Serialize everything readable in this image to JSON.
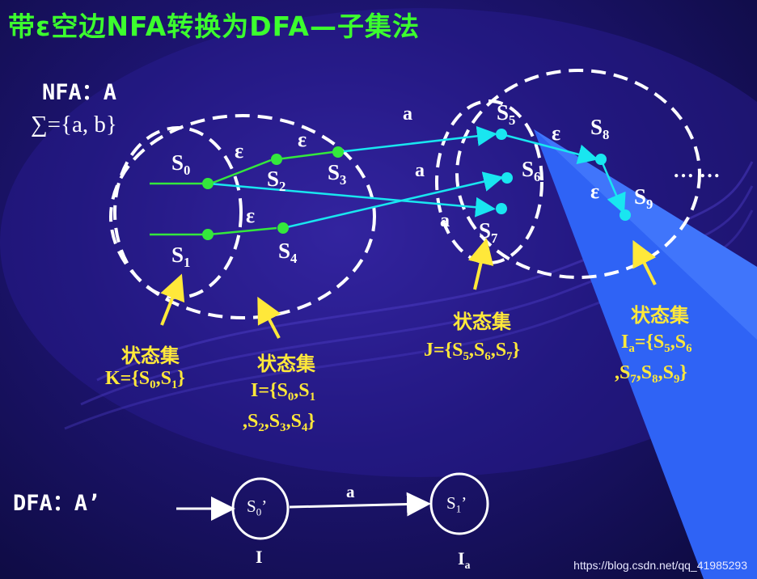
{
  "title": "带ε空边NFA转换为DFA—子集法",
  "nfa_label": "NFA：A",
  "sigma_label": "∑={a, b}",
  "nfa_nodes": [
    {
      "name": "S",
      "sub": "0"
    },
    {
      "name": "S",
      "sub": "1"
    },
    {
      "name": "S",
      "sub": "2"
    },
    {
      "name": "S",
      "sub": "3"
    },
    {
      "name": "S",
      "sub": "4"
    },
    {
      "name": "S",
      "sub": "5"
    },
    {
      "name": "S",
      "sub": "6"
    },
    {
      "name": "S",
      "sub": "7"
    },
    {
      "name": "S",
      "sub": "8"
    },
    {
      "name": "S",
      "sub": "9"
    }
  ],
  "epsilon": "ε",
  "symbol_a": "a",
  "ellipsis": "… …",
  "state_set_caption": "状态集",
  "state_sets": {
    "K": {
      "line1": "K={S<sub>0</sub>,S<sub>1</sub>}"
    },
    "I": {
      "line1": "I={S<sub>0</sub>,S<sub>1</sub>",
      "line2": ",S<sub>2</sub>,S<sub>3</sub>,S<sub>4</sub>}"
    },
    "J": {
      "line1": "J={S<sub>5</sub>,S<sub>6</sub>,S<sub>7</sub>}"
    },
    "Ia": {
      "line1": "I<sub>a</sub>={S<sub>5</sub>,S<sub>6</sub>",
      "line2": ",S<sub>7</sub>,S<sub>8</sub>,S<sub>9</sub>}"
    }
  },
  "dfa_label": "DFA：A’",
  "dfa_nodes": [
    {
      "name": "S",
      "sub": "0",
      "prime": "’",
      "below": "I"
    },
    {
      "name": "S",
      "sub": "1",
      "prime": "’",
      "below": "I",
      "below_sub": "a"
    }
  ],
  "dfa_edge_label": "a",
  "watermark": "https://blog.csdn.net/qq_41985293",
  "colors": {
    "title": "#3cff2e",
    "green": "#34e83c",
    "cyan": "#19e6f0",
    "yellow": "#ffe83a",
    "white": "#ffffff"
  }
}
